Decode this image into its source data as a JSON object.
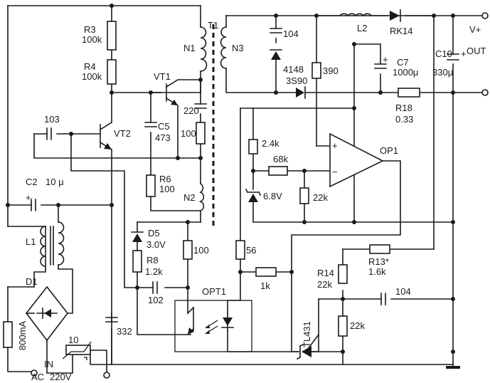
{
  "labels": {
    "r3": "R3",
    "r3v": "100k",
    "r4": "R4",
    "r4v": "100k",
    "n1": "N1",
    "t1": "T1",
    "n3": "N3",
    "n2": "N2",
    "vt1": "VT1",
    "vt2": "VT2",
    "c220": "220",
    "r100a": "100",
    "c103": "103",
    "c5": "C5",
    "c5v": "473",
    "r6": "R6",
    "r6v": "100",
    "c2": "C2",
    "c2v": "10 μ",
    "l1": "L1",
    "d1": "D1",
    "fuse": "800mA",
    "d5": "D5",
    "d5v": "3.0V",
    "r8": "R8",
    "r8v": "1.2k",
    "c102": "102",
    "r100b": "100",
    "c332": "332",
    "therm": "10",
    "in": "IN",
    "ac": "AC",
    "ac220": "220V",
    "opt1": "OPT1",
    "r56": "56",
    "r1k": "1k",
    "c104a": "104",
    "d4148": "4148",
    "d3s90": "3S90",
    "r390": "390",
    "l2": "L2",
    "rk14": "RK14",
    "c7": "C7",
    "c7v": "1000μ",
    "c10": "C10",
    "c10v": "330μ",
    "vplus": "V+",
    "out": "OUT",
    "r18": "R18",
    "r18v": "0.33",
    "op1": "OP1",
    "plus": "+",
    "minus": "−",
    "r24k": "2.4k",
    "r68k": "68k",
    "z68": "6.8V",
    "r22ka": "22k",
    "r13": "R13*",
    "r13v": "1.6k",
    "r14": "R14",
    "r14v": "22k",
    "c104b": "104",
    "r22kb": "22k",
    "tl431": "TL431"
  }
}
